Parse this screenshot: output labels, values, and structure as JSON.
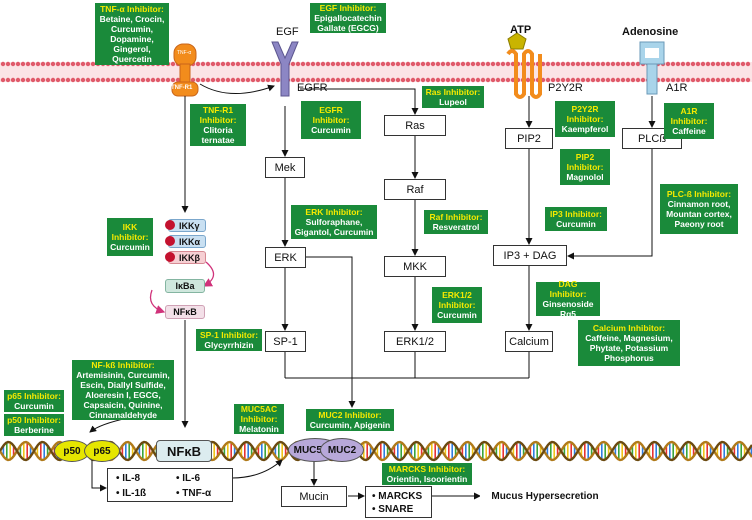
{
  "ligands": {
    "egf": "EGF",
    "atp": "ATP",
    "adenosine": "Adenosine",
    "tnfr1": "TNF-R1",
    "tnf": "TNF-α"
  },
  "receptors": {
    "egfr": "EGFR",
    "p2y2r": "P2Y2R",
    "a1r": "A1R"
  },
  "nodes": {
    "mek": "Mek",
    "ras": "Ras",
    "raf": "Raf",
    "erk": "ERK",
    "mkk": "MKK",
    "sp1": "SP-1",
    "erk12": "ERK1/2",
    "pip2": "PIP2",
    "plcb": "PLCß",
    "ip3dag": "IP3 + DAG",
    "calcium": "Calcium",
    "ikkg": "IKKγ",
    "ikka": "IKKα",
    "ikkb": "IKKβ",
    "ikba": "IκBa",
    "nfkb": "NFκB",
    "p50": "p50",
    "p65": "p65",
    "nfkb_dna": "NFκB",
    "muc5ac": "MUC5AC",
    "muc2": "MUC2",
    "mucin": "Mucin",
    "mucus": "Mucus Hypersecretion"
  },
  "cytokines": [
    "• IL-8",
    "• IL-6",
    "• IL-1ß",
    "• TNF-α"
  ],
  "marcks": [
    "• MARCKS",
    "• SNARE"
  ],
  "inhibitors": {
    "tnfa": {
      "title": "TNF-α Inhibitor:",
      "body": [
        "Betaine, Crocin,",
        "Curcumin,",
        "Dopamine,",
        "Gingerol,",
        "Quercetin"
      ]
    },
    "egf": {
      "title": "EGF Inhibitor:",
      "body": [
        "Epigallocatechin",
        "Gallate (EGCG)"
      ]
    },
    "tnfr1": {
      "title": "TNF-R1",
      "body": [
        "Inhibitor:",
        "Clitoria",
        "ternatae"
      ]
    },
    "egfr": {
      "title": "EGFR",
      "body": [
        "Inhibitor:",
        "Curcumin"
      ]
    },
    "ras": {
      "title": "Ras Inhibitor:",
      "body": [
        "Lupeol"
      ]
    },
    "p2y2r": {
      "title": "P2Y2R",
      "body": [
        "Inhibitor:",
        "Kaempferol"
      ]
    },
    "a1r": {
      "title": "A1R",
      "body": [
        "Inhibitor:",
        "Caffeine"
      ]
    },
    "pip2": {
      "title": "PIP2",
      "body": [
        "Inhibitor:",
        "Magnolol"
      ]
    },
    "ip3": {
      "title": "IP3 Inhibitor:",
      "body": [
        "Curcumin"
      ]
    },
    "plcb": {
      "title": "PLC-ß Inhibitor:",
      "body": [
        "Cinnamon root,",
        "Mountan cortex,",
        "Paeony root"
      ]
    },
    "ikk": {
      "title": "IKK",
      "body": [
        "Inhibitor:",
        "Curcumin"
      ]
    },
    "erk": {
      "title": "ERK Inhibitor:",
      "body": [
        "Sulforaphane,",
        "Gigantol, Curcumin"
      ]
    },
    "raf": {
      "title": "Raf Inhibitor:",
      "body": [
        "Resveratrol"
      ]
    },
    "dag": {
      "title": "DAG Inhibitor:",
      "body": [
        "Ginsenoside",
        "Rg5"
      ]
    },
    "erk12": {
      "title": "ERK1/2",
      "body": [
        "Inhibitor:",
        "Curcumin"
      ]
    },
    "sp1": {
      "title": "SP-1 Inhibitor:",
      "body": [
        "Glycyrrhizin"
      ]
    },
    "calcium": {
      "title": "Calcium Inhibitor:",
      "body": [
        "Caffeine, Magnesium,",
        "Phytate, Potassium",
        "Phosphorus"
      ]
    },
    "nfkb": {
      "title": "NF-kß Inhibitor:",
      "body": [
        "Artemisinin, Curcumin,",
        "Escin, Diallyl Sulfide,",
        "Aloeresin I, EGCG,",
        "Capsaicin, Quinine,",
        "Cinnamaldehyde"
      ]
    },
    "p65": {
      "title": "p65 Inhibitor:",
      "body": [
        "Curcumin"
      ]
    },
    "p50": {
      "title": "p50 Inhibitor:",
      "body": [
        "Berberine"
      ]
    },
    "muc5ac": {
      "title": "MUC5AC",
      "body": [
        "Inhibitor:",
        "Melatonin"
      ]
    },
    "muc2": {
      "title": "MUC2 Inhibitor:",
      "body": [
        "Curcumin, Apigenin"
      ]
    },
    "marcks": {
      "title": "MARCKS Inhibitor:",
      "body": [
        "Orientin, Isoorientin"
      ]
    }
  },
  "colors": {
    "inhibitor_bg": "#1a8a3a",
    "inhibitor_title": "#f6ea00",
    "inhibitor_body": "#ffffff",
    "membrane": "#e05a6a",
    "receptor_orange": "#f28c1c",
    "egfr_purple": "#8c86c4",
    "a1r_blue": "#a9d4ea",
    "atp_yellow": "#c9b400",
    "muc_purple": "#b7a8d9",
    "p_yellow": "#e6e600",
    "phospho": "#c4122f"
  }
}
